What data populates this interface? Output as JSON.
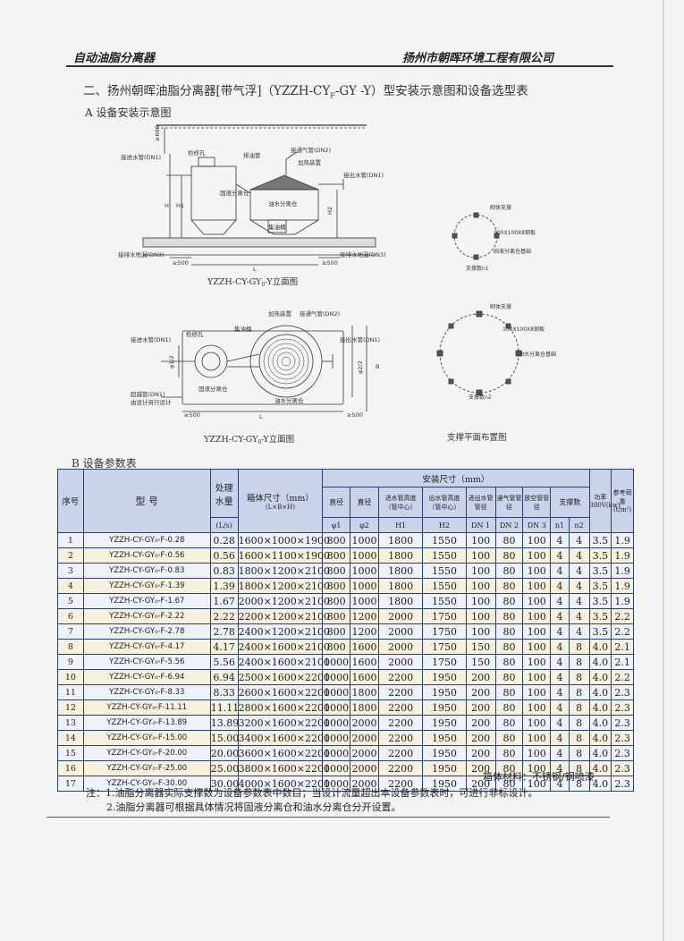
{
  "header": {
    "left": "自动油脂分离器",
    "right": "扬州市朝晖环境工程有限公司"
  },
  "section_title": "二、扬州朝晖油脂分离器[带气浮]（YZZH-CY$_F$-GY -Y）型安装示意图和设备选型表",
  "section_title_display": "二、扬州朝晖油脂分离器[带气浮]（YZZH-CY",
  "section_title_sub": "F",
  "section_title_tail": "-GY -Y）型安装示意图和设备选型表",
  "subtitle_a": "A 设备安装示意图",
  "subtitle_b": "B 设备参数表",
  "diagram": {
    "elev": {
      "caption": "YZZH-CY-GY",
      "caption_sub": "0",
      "caption_tail": "-Y立面图",
      "labels": {
        "inlet": "接进水管(DN1)",
        "access": "检修孔",
        "drain_pipe": "排油管",
        "vent": "接通气管(DN2)",
        "heater": "加热装置",
        "outlet": "接出水管(DN1)",
        "solid": "固液分离仓",
        "oil": "油水分离仓",
        "collector": "集油桶",
        "floor_drain_l": "接排水地漏(DN3)",
        "floor_drain_r": "接排水地漏(DN3)",
        "h600": "≥600",
        "h": "H",
        "h1": "H1",
        "h2": "H2",
        "l": "L",
        "m500l": "≥500",
        "m500r": "≥500"
      }
    },
    "plan": {
      "caption": "YZZH-CY-GY",
      "caption_sub": "0",
      "caption_tail": "-Y立面图",
      "labels": {
        "inlet": "接进水管(DN1)",
        "access": "检修孔",
        "collector": "集油桶",
        "heater": "加热装置",
        "vent": "接通气管(DN2)",
        "outlet": "接出水管(DN1)",
        "solid": "固液分离仓",
        "oil": "油水分离仓",
        "overflow": "超越管(DN1)",
        "overflow_note": "由设计另行设计",
        "phi1": "φ1/2",
        "phi2": "φ2/2",
        "b": "B",
        "l": "L",
        "m500l": "≥500",
        "m500r": "≥500"
      }
    },
    "support1": {
      "caption": "支撑数n1",
      "labels": {
        "support": "砌体支撑",
        "plate": "100X100X8钢板",
        "base": "固液分离仓基础"
      }
    },
    "support2": {
      "caption": "支撑数n2",
      "labels": {
        "support": "砌体支撑",
        "plate": "100X100X8钢板",
        "base": "油水分离仓基础"
      }
    },
    "support_caption": "支撑平面布置图"
  },
  "table": {
    "headers": {
      "seq": "序号",
      "model": "型 号",
      "flow": "处理水量",
      "flow_unit": "(L/s)",
      "dims": "箱体尺寸（mm）",
      "dims_sub": "(L×B×H)",
      "install": "安装尺寸（mm）",
      "d1": "直径",
      "d2": "直径",
      "h1": "进水管高度（管中心）",
      "h2": "出水管高度（管中心）",
      "dn1": "进出水管管径",
      "dn2": "通气管管径",
      "dn3": "放空管管径",
      "supports": "支撑数",
      "power": "功率380V(kw)",
      "load": "参考荷重(t/m²)",
      "sym_phi1": "φ1",
      "sym_phi2": "φ2",
      "sym_h1": "H1",
      "sym_h2": "H2",
      "sym_dn1": "DN 1",
      "sym_dn2": "DN 2",
      "sym_dn3": "DN 3",
      "sym_n1": "n1",
      "sym_n2": "n2"
    },
    "rows": [
      [
        "1",
        "YZZH-CY-GY₀-F-0.28",
        "0.28",
        "1600×1000×1900",
        "800",
        "1000",
        "1800",
        "1550",
        "100",
        "80",
        "100",
        "4",
        "4",
        "3.5",
        "1.9"
      ],
      [
        "2",
        "YZZH-CY-GY₀-F-0.56",
        "0.56",
        "1600×1100×1900",
        "800",
        "1000",
        "1800",
        "1550",
        "100",
        "80",
        "100",
        "4",
        "4",
        "3.5",
        "1.9"
      ],
      [
        "3",
        "YZZH-CY-GY₀-F-0.83",
        "0.83",
        "1800×1200×2100",
        "800",
        "1000",
        "1800",
        "1550",
        "100",
        "80",
        "100",
        "4",
        "4",
        "3.5",
        "1.9"
      ],
      [
        "4",
        "YZZH-CY-GY₀-F-1.39",
        "1.39",
        "1800×1200×2100",
        "800",
        "1000",
        "1800",
        "1550",
        "100",
        "80",
        "100",
        "4",
        "4",
        "3.5",
        "1.9"
      ],
      [
        "5",
        "YZZH-CY-GY₀-F-1.67",
        "1.67",
        "2000×1200×2100",
        "800",
        "1000",
        "1800",
        "1550",
        "100",
        "80",
        "100",
        "4",
        "4",
        "3.5",
        "1.9"
      ],
      [
        "6",
        "YZZH-CY-GY₀-F-2.22",
        "2.22",
        "2200×1200×2100",
        "800",
        "1200",
        "2000",
        "1750",
        "100",
        "80",
        "100",
        "4",
        "4",
        "3.5",
        "2.2"
      ],
      [
        "7",
        "YZZH-CY-GY₀-F-2.78",
        "2.78",
        "2400×1200×2100",
        "800",
        "1200",
        "2000",
        "1750",
        "100",
        "80",
        "100",
        "4",
        "4",
        "3.5",
        "2.2"
      ],
      [
        "8",
        "YZZH-CY-GY₀-F-4.17",
        "4.17",
        "2400×1600×2100",
        "800",
        "1600",
        "2000",
        "1750",
        "150",
        "80",
        "100",
        "4",
        "8",
        "4.0",
        "2.1"
      ],
      [
        "9",
        "YZZH-CY-GY₀-F-5.56",
        "5.56",
        "2400×1600×2100",
        "1000",
        "1600",
        "2000",
        "1750",
        "150",
        "80",
        "100",
        "4",
        "8",
        "4.0",
        "2.1"
      ],
      [
        "10",
        "YZZH-CY-GY₀-F-6.94",
        "6.94",
        "2500×1600×2200",
        "1000",
        "1600",
        "2200",
        "1950",
        "200",
        "80",
        "100",
        "4",
        "8",
        "4.0",
        "2.2"
      ],
      [
        "11",
        "YZZH-CY-GY₀-F-8.33",
        "8.33",
        "2600×1600×2200",
        "1000",
        "1800",
        "2200",
        "1950",
        "200",
        "80",
        "100",
        "4",
        "8",
        "4.0",
        "2.3"
      ],
      [
        "12",
        "YZZH-CY-GY₀-F-11.11",
        "11.11",
        "2800×1600×2200",
        "1000",
        "1800",
        "2200",
        "1950",
        "200",
        "80",
        "100",
        "4",
        "8",
        "4.0",
        "2.3"
      ],
      [
        "13",
        "YZZH-CY-GY₀-F-13.89",
        "13.89",
        "3200×1600×2200",
        "1000",
        "2000",
        "2200",
        "1950",
        "200",
        "80",
        "100",
        "4",
        "8",
        "4.0",
        "2.3"
      ],
      [
        "14",
        "YZZH-CY-GY₀-F-15.00",
        "15.00",
        "3400×1600×2200",
        "1000",
        "2000",
        "2200",
        "1950",
        "200",
        "80",
        "100",
        "4",
        "8",
        "4.0",
        "2.3"
      ],
      [
        "15",
        "YZZH-CY-GY₀-F-20.00",
        "20.00",
        "3600×1600×2200",
        "1000",
        "2000",
        "2200",
        "1950",
        "200",
        "80",
        "100",
        "4",
        "8",
        "4.0",
        "2.3"
      ],
      [
        "16",
        "YZZH-CY-GY₀-F-25.00",
        "25.00",
        "3800×1600×2200",
        "1000",
        "2000",
        "2200",
        "1950",
        "200",
        "80",
        "100",
        "4",
        "8",
        "4.0",
        "2.3"
      ],
      [
        "17",
        "YZZH-CY-GY₀-F-30.00",
        "30.00",
        "4000×1600×2200",
        "1000",
        "2000",
        "2200",
        "1950",
        "200",
        "80",
        "100",
        "4",
        "8",
        "4.0",
        "2.3"
      ]
    ]
  },
  "material": "箱体材料：不锈钢/钢喷漆",
  "notes": {
    "n1": "注：1.油脂分离器实际支撑数为设备参数表中数目；当设计流量超出本设备参数表时，可进行非标设计。",
    "n2": "2.油脂分离器可根据具体情况将固液分离仓和油水分离仓分开设置。"
  }
}
